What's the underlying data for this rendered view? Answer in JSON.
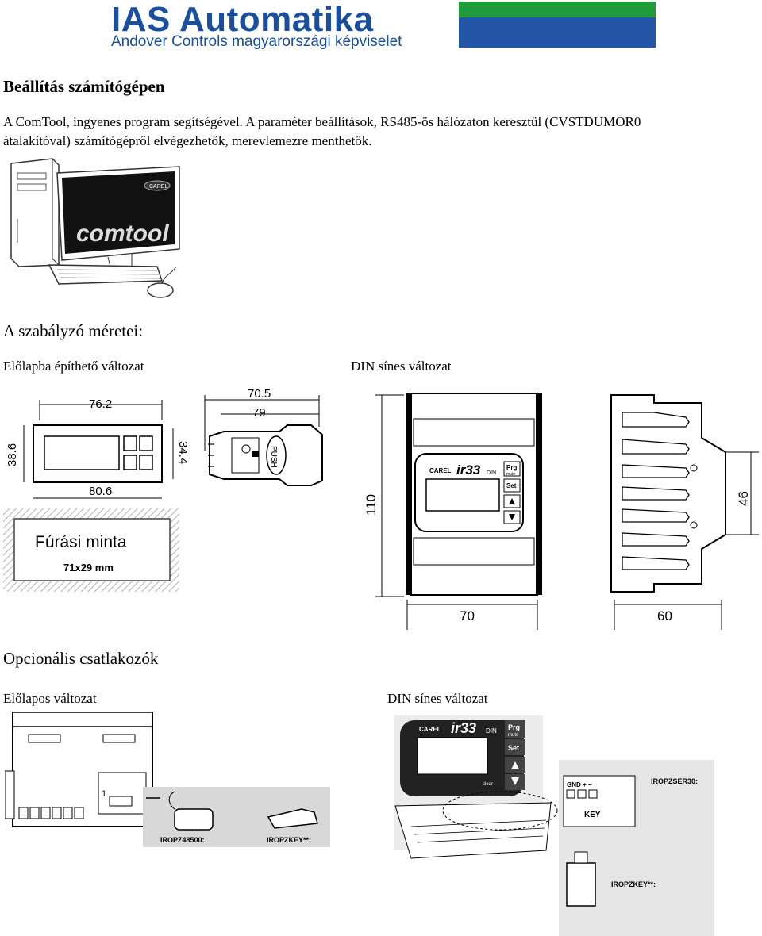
{
  "logo": {
    "title": "IAS Automatika",
    "subtitle": "Andover Controls magyarországi képviselet",
    "flag_colors": [
      "#1f9b3a",
      "#2456a8"
    ]
  },
  "section1": {
    "heading": "Beállítás számítógépen",
    "paragraph_line1": "A ComTool, ingyenes program segítségével. A paraméter beállítások, RS485-ös hálózaton keresztül (CVSTDUMOR0",
    "paragraph_line2": "átalakítóval) számítógépről elvégezhetők, merevlemezre menthetők.",
    "image": {
      "brand": "CAREL",
      "product": "comtool"
    }
  },
  "section2": {
    "heading": "A szabályzó méretei:",
    "left_caption": "Előlapba építhető változat",
    "right_caption": "DIN sínes változat",
    "panel_dims": {
      "top_width": "76.2",
      "height": "38.6",
      "inner_height": "34.4",
      "bottom_width": "80.6",
      "depth_total": "70.5",
      "depth": "79",
      "push_label": "PUSH"
    },
    "drilling": {
      "label": "Fúrási minta",
      "size": "71x29 mm"
    },
    "din_dims": {
      "height": "110",
      "width": "70",
      "side_width": "60",
      "side_height": "46",
      "model": "ir33",
      "model_suffix": "DIN",
      "brand": "CAREL",
      "btn_prg": "Prg",
      "btn_prg_sub": "mute",
      "btn_set": "Set"
    }
  },
  "section3": {
    "heading": "Opcionális csatlakozók",
    "left_caption": "Előlapos változat",
    "right_caption": "DIN sínes változat",
    "left_items": {
      "pin": "1",
      "adapter": "IROPZ48500:",
      "key": "IROPZKEY**:"
    },
    "right_items": {
      "serial": "IROPZSER30:",
      "key_port": "KEY",
      "gnd": "GND +  −",
      "key": "IROPZKEY**:",
      "model": "ir33",
      "model_suffix": "DIN",
      "brand": "CAREL",
      "btn_prg": "Prg",
      "btn_prg_sub": "mute",
      "btn_set": "Set",
      "clear": "clear"
    }
  }
}
